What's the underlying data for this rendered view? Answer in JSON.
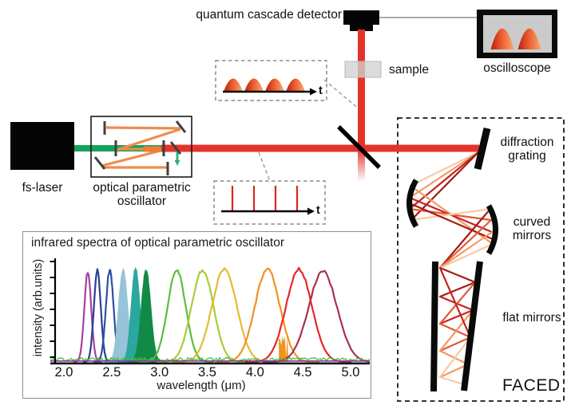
{
  "labels": {
    "quantum_cascade_detector": "quantum cascade detector",
    "fs_laser": "fs-laser",
    "opo": "optical parametric oscillator",
    "sample": "sample",
    "oscilloscope": "oscilloscope",
    "diffraction_grating": "diffraction grating",
    "curved_mirrors": "curved mirrors",
    "flat_mirrors": "flat mirrors",
    "faced": "FACED",
    "time_axis_top": "t",
    "time_axis_bottom": "t"
  },
  "insets": {
    "smooth_pulse_train": {
      "pulse_count": 4,
      "axis_label": "t"
    },
    "spike_pulse_train": {
      "pulse_count": 4,
      "axis_label": "t"
    },
    "oscilloscope_trace": {
      "pulse_count": 2
    }
  },
  "colors": {
    "beam_red": "#e5332b",
    "beam_green": "#15a35c",
    "beam_orange": "#ef8c4e",
    "beam_orange_thick": "#ee7c33",
    "spike_red": "#e0251d",
    "screen_gray": "#cbcbcb",
    "sample_gray": "#d2d2d2",
    "ray_shades": [
      "#f7c9a4",
      "#f29a62",
      "#e05a35",
      "#c62320",
      "#a81a18"
    ],
    "pulse_gradient": [
      "#b81f12",
      "#ea5b2e",
      "#f9a86f"
    ]
  },
  "chart_data": {
    "type": "line",
    "title": "infrared spectra of optical parametric oscillator",
    "xlabel": "wavelength (μm)",
    "ylabel": "intensity (arb.units)",
    "xlim": [
      1.88,
      5.12
    ],
    "ylim": [
      0,
      1.1
    ],
    "x_ticks": [
      2.0,
      2.5,
      3.0,
      3.5,
      4.0,
      4.5,
      5.0
    ],
    "grid": false,
    "legend": false,
    "noise_floor_color": "#4db848",
    "baseline_color": "#7b3f92",
    "axis_color": "#17171d",
    "series": [
      {
        "name": "band 2.25 um",
        "center_um": 2.25,
        "sigma_um": 0.036,
        "height": 0.95,
        "color": "#a8409d",
        "filled": false
      },
      {
        "name": "band 2.35 um",
        "center_um": 2.35,
        "sigma_um": 0.036,
        "height": 0.97,
        "color": "#2c3f92",
        "filled": false
      },
      {
        "name": "band 2.48 um",
        "center_um": 2.48,
        "sigma_um": 0.04,
        "height": 0.97,
        "color": "#2c4fa5",
        "filled": false
      },
      {
        "name": "band 2.62 um",
        "center_um": 2.62,
        "sigma_um": 0.046,
        "height": 0.97,
        "color": "#97c4d8",
        "filled": true
      },
      {
        "name": "band 2.75 um",
        "center_um": 2.75,
        "sigma_um": 0.044,
        "height": 0.98,
        "color": "#2aa79f",
        "filled": true
      },
      {
        "name": "band 2.86 um",
        "center_um": 2.86,
        "sigma_um": 0.048,
        "height": 0.96,
        "color": "#128a47",
        "filled": true
      },
      {
        "name": "band 3.18 um",
        "center_um": 3.18,
        "sigma_um": 0.095,
        "height": 0.97,
        "color": "#5cbc42",
        "filled": false
      },
      {
        "name": "band 3.45 um",
        "center_um": 3.45,
        "sigma_um": 0.115,
        "height": 0.97,
        "color": "#a7cd39",
        "filled": false
      },
      {
        "name": "band 3.68 um",
        "center_um": 3.68,
        "sigma_um": 0.13,
        "height": 0.98,
        "color": "#e3bc30",
        "filled": false
      },
      {
        "name": "band 4.13 um",
        "center_um": 4.13,
        "sigma_um": 0.13,
        "height": 0.98,
        "color": "#f0931f",
        "filled": false,
        "base_blob": {
          "at_um": 4.3,
          "width_um": 0.1,
          "height": 0.28
        }
      },
      {
        "name": "band 4.46 um",
        "center_um": 4.46,
        "sigma_um": 0.135,
        "height": 0.98,
        "color": "#e8262b",
        "filled": false
      },
      {
        "name": "band 4.71 um",
        "center_um": 4.71,
        "sigma_um": 0.15,
        "height": 0.95,
        "color": "#a83250",
        "filled": false
      }
    ]
  }
}
